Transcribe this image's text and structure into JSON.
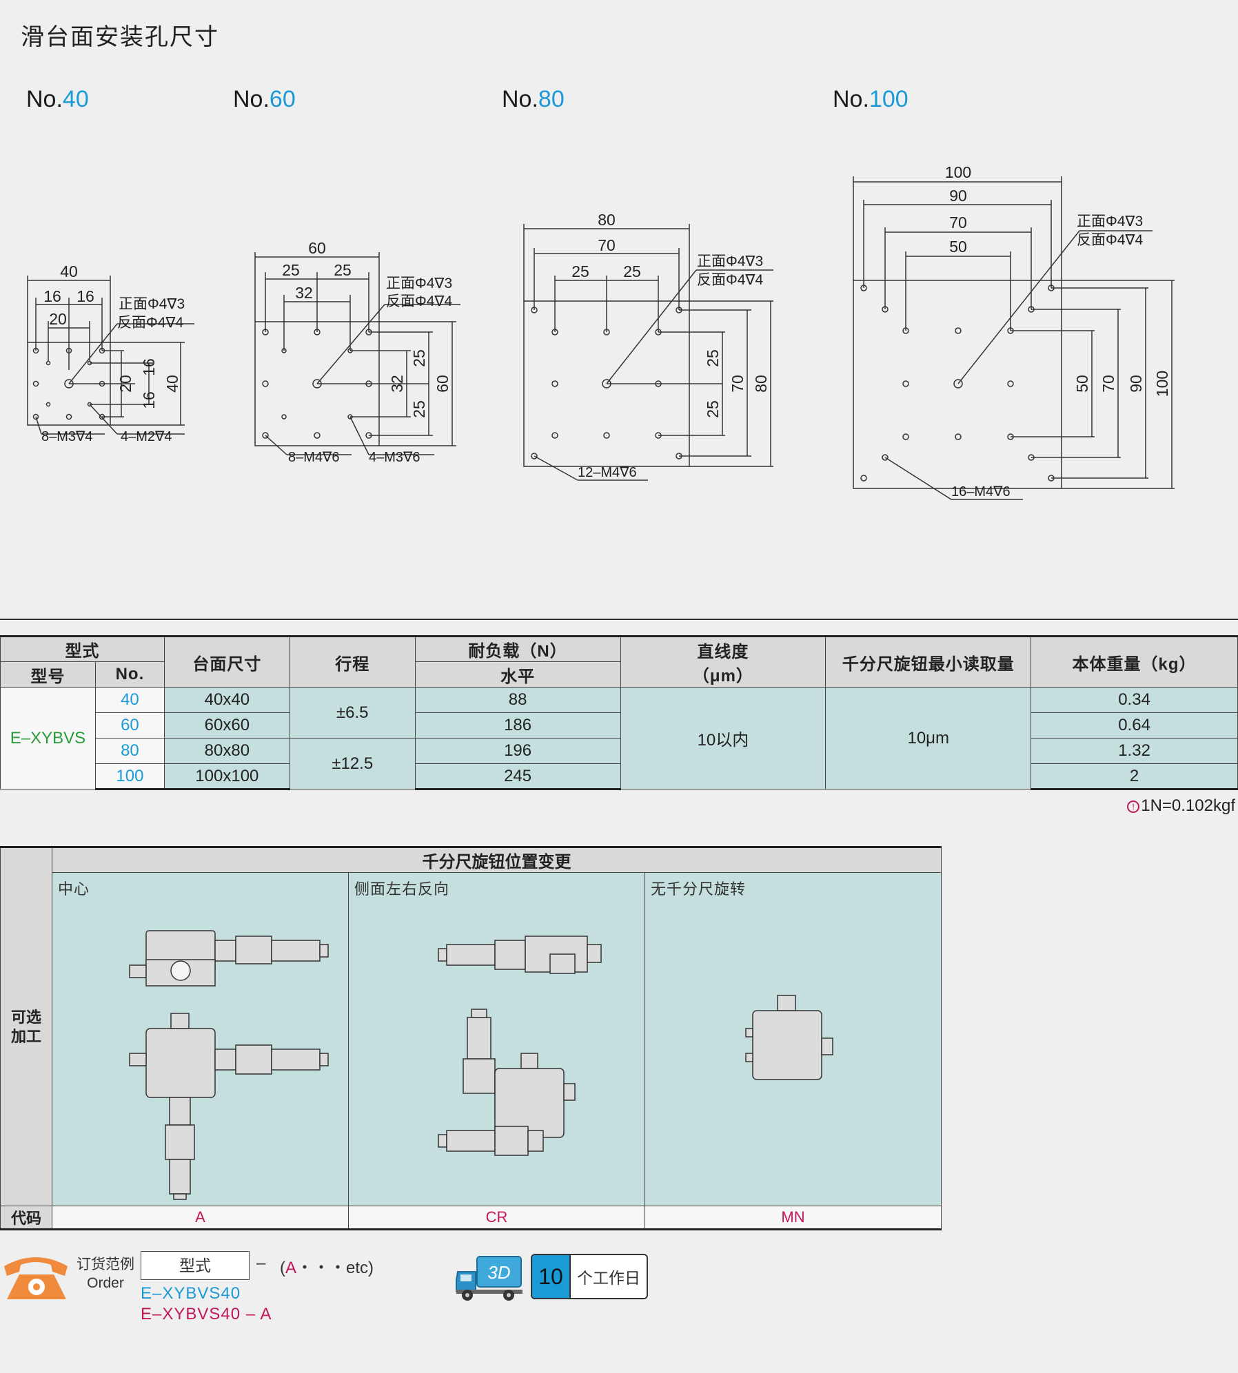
{
  "title": "滑台面安装孔尺寸",
  "models": [
    {
      "prefix": "No.",
      "number": "40"
    },
    {
      "prefix": "No.",
      "number": "60"
    },
    {
      "prefix": "No.",
      "number": "80"
    },
    {
      "prefix": "No.",
      "number": "100"
    }
  ],
  "drawings": {
    "d40": {
      "w": "40",
      "a": "16",
      "b": "16",
      "c": "20",
      "r1": "20",
      "r2": "16",
      "r3": "16",
      "h": "40",
      "front": "正面Φ4∇3",
      "back": "反面Φ4∇4",
      "holes1": "8–M3∇4",
      "holes2": "4–M2∇4"
    },
    "d60": {
      "w": "60",
      "a": "25",
      "b": "25",
      "c": "32",
      "r1": "32",
      "r2": "25",
      "r3": "25",
      "h": "60",
      "front": "正面Φ4∇3",
      "back": "反面Φ4∇4",
      "holes1": "8–M4∇6",
      "holes2": "4–M3∇6"
    },
    "d80": {
      "w": "80",
      "w2": "70",
      "a": "25",
      "b": "25",
      "r2": "25",
      "r3": "25",
      "h2": "70",
      "h": "80",
      "front": "正面Φ4∇3",
      "back": "反面Φ4∇4",
      "holes1": "12–M4∇6"
    },
    "d100": {
      "w": "100",
      "w2": "90",
      "w3": "70",
      "w4": "50",
      "h4": "50",
      "h3": "70",
      "h2": "90",
      "h": "100",
      "front": "正面Φ4∇3",
      "back": "反面Φ4∇4",
      "holes1": "16–M4∇6"
    }
  },
  "spec_table": {
    "headers": {
      "type": "型式",
      "model": "型号",
      "no": "No.",
      "table_size": "台面尺寸",
      "travel": "行程",
      "load": "耐负载（N）",
      "load_sub": "水平",
      "straight": "直线度",
      "straight_unit": "（μm）",
      "micrometer": "千分尺旋钮最小读取量",
      "weight": "本体重量（kg）"
    },
    "model_name": "E–XYBVS",
    "rows": [
      {
        "no": "40",
        "size": "40x40",
        "load": "88",
        "weight": "0.34"
      },
      {
        "no": "60",
        "size": "60x60",
        "load": "186",
        "weight": "0.64"
      },
      {
        "no": "80",
        "size": "80x80",
        "load": "196",
        "weight": "1.32"
      },
      {
        "no": "100",
        "size": "100x100",
        "load": "245",
        "weight": "2"
      }
    ],
    "travel_a": "±6.5",
    "travel_b": "±12.5",
    "straightness": "10以内",
    "micrometer_value": "10μm",
    "note_icon": "!",
    "note": "1N=0.102kgf"
  },
  "option_table": {
    "header": "千分尺旋钮位置变更",
    "side_label": "可选加工",
    "code_label": "代码",
    "options": [
      {
        "label": "中心",
        "code": "A"
      },
      {
        "label": "侧面左右反向",
        "code": "CR"
      },
      {
        "label": "无千分尺旋转",
        "code": "MN"
      }
    ]
  },
  "order": {
    "label1": "订货范例",
    "label2": "Order",
    "type_box": "型式",
    "dash": "–",
    "paren_open": "(",
    "paren_mark": "A",
    "paren_rest": "・・・etc)",
    "example1": "E–XYBVS40",
    "example2": "E–XYBVS40 – A",
    "truck_badge": "3D",
    "days_num": "10",
    "days_text": "个工作日"
  },
  "colors": {
    "accent_blue": "#1a9ad6",
    "accent_magenta": "#c2185b",
    "model_green": "#2a9a3a",
    "teal_cell": "#c5dfdf",
    "phone_orange": "#f08a3c"
  }
}
